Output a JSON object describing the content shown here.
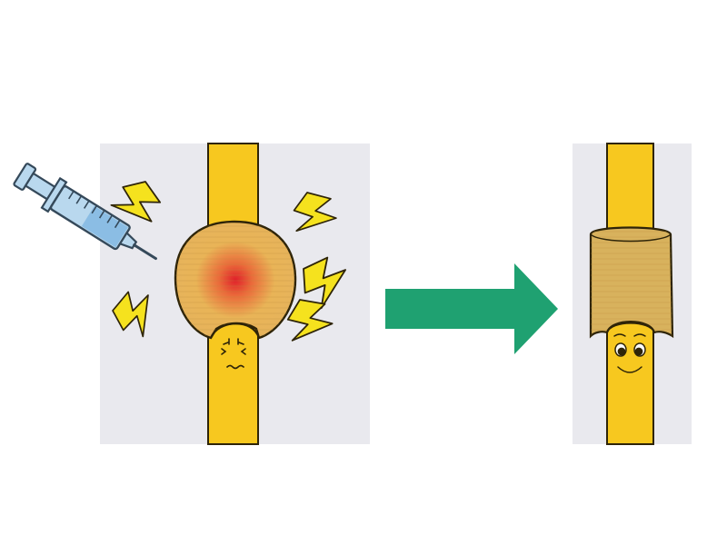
{
  "colors": {
    "background": "#ffffff",
    "panel": "#e9e9ee",
    "nerve": "#f7c81f",
    "outline": "#2e2408",
    "swelling_before": "#e7b55a",
    "swelling_after": "#d8b25d",
    "inflammation_core": "#e0202a",
    "arrow": "#1fa171",
    "lightning": "#f5e21e",
    "syringe_barrel": "#b9d8ee",
    "syringe_fluid": "#7fb6e1",
    "syringe_outline": "#35495a"
  },
  "icons": {
    "syringe": "syringe-icon",
    "lightning": "lightning-bolt-icon",
    "arrow": "right-arrow-icon",
    "face_pain": "pained-face-icon",
    "face_happy": "smiling-face-icon"
  },
  "diagram": {
    "before": {
      "pain_bolts": 5,
      "expression": "pain"
    },
    "after": {
      "expression": "relief"
    }
  }
}
